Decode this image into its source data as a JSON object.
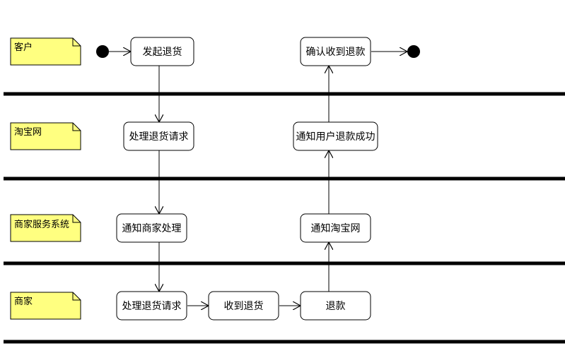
{
  "colors": {
    "background": "#ffffff",
    "note_fill": "#ffff80",
    "line": "#000000",
    "node_fill": "#ffffff"
  },
  "lanes": [
    {
      "id": "customer",
      "label": "客户"
    },
    {
      "id": "taobao",
      "label": "淘宝网"
    },
    {
      "id": "merchant_system",
      "label": "商家服务系统"
    },
    {
      "id": "merchant",
      "label": "商家"
    }
  ],
  "nodes": {
    "start": {
      "type": "initial"
    },
    "initiate_return": {
      "label": "发起退货"
    },
    "confirm_refund": {
      "label": "确认收到退款"
    },
    "end": {
      "type": "final"
    },
    "taobao_process": {
      "label": "处理退货请求"
    },
    "notify_user": {
      "label": "通知用户退款成功"
    },
    "notify_merchant": {
      "label": "通知商家处理"
    },
    "notify_taobao": {
      "label": "通知淘宝网"
    },
    "merchant_process": {
      "label": "处理退货请求"
    },
    "receive_goods": {
      "label": "收到退货"
    },
    "refund": {
      "label": "退款"
    }
  },
  "flows": [
    [
      "start",
      "initiate_return"
    ],
    [
      "initiate_return",
      "taobao_process"
    ],
    [
      "taobao_process",
      "notify_merchant"
    ],
    [
      "notify_merchant",
      "merchant_process"
    ],
    [
      "merchant_process",
      "receive_goods"
    ],
    [
      "receive_goods",
      "refund"
    ],
    [
      "refund",
      "notify_taobao"
    ],
    [
      "notify_taobao",
      "notify_user"
    ],
    [
      "notify_user",
      "confirm_refund"
    ],
    [
      "confirm_refund",
      "end"
    ]
  ]
}
